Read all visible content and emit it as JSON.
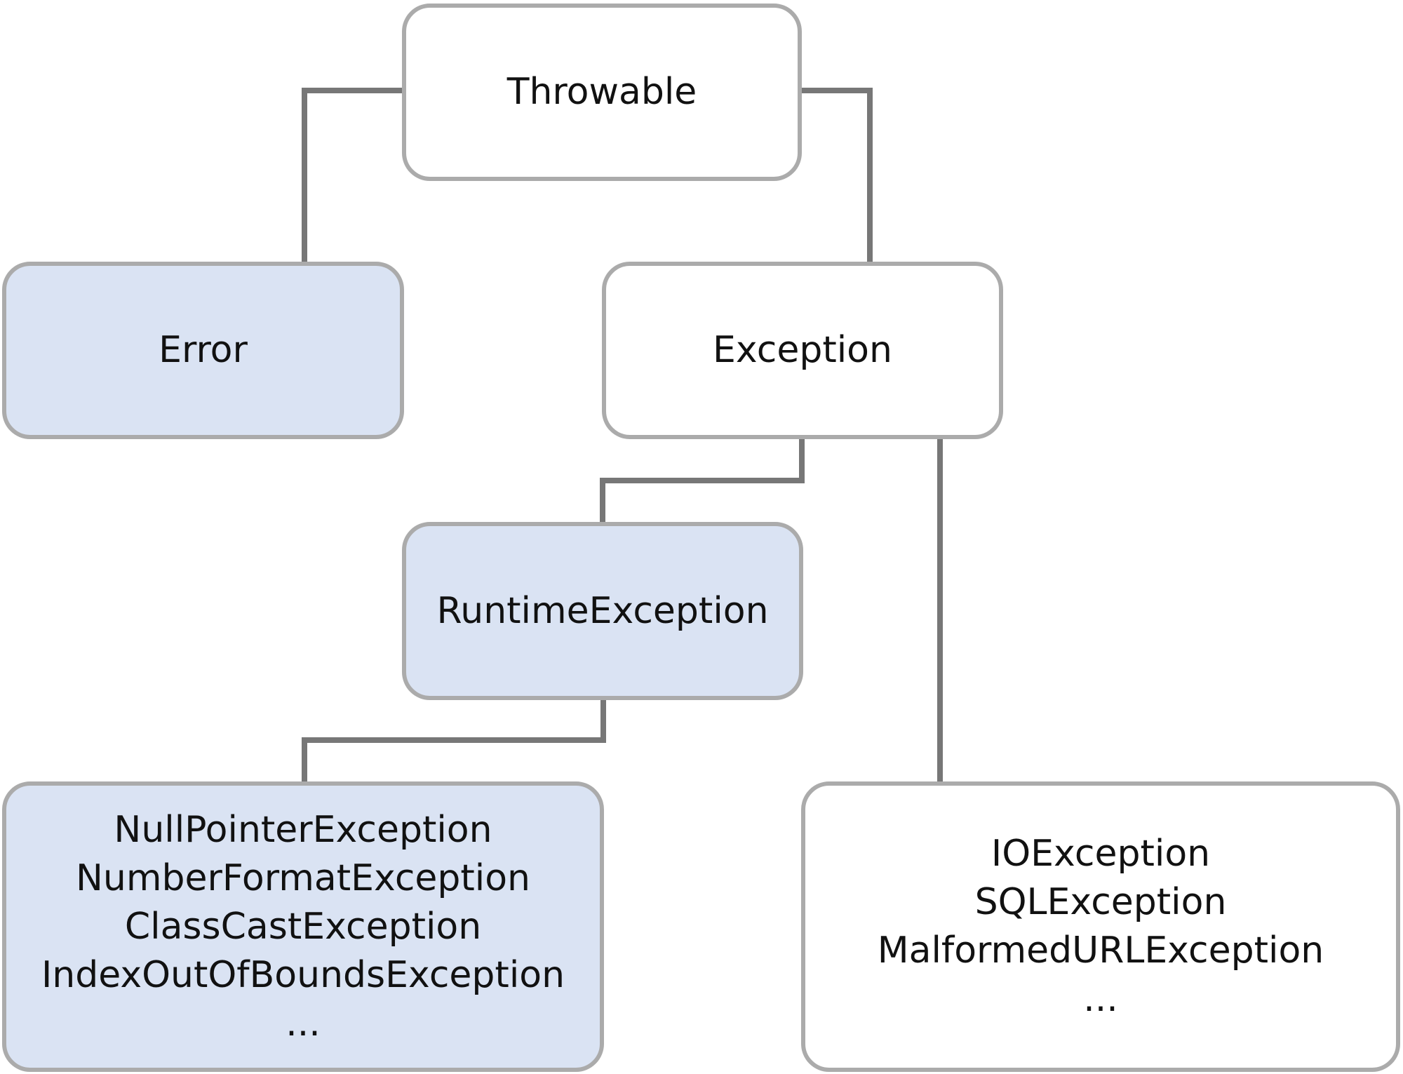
{
  "colors": {
    "unchecked_fill": "#dae3f3",
    "checked_fill": "#ffffff",
    "border": "#ababab",
    "connector": "#777777",
    "text": "#111111"
  },
  "nodes": {
    "throwable": {
      "lines": [
        "Throwable"
      ]
    },
    "error": {
      "lines": [
        "Error"
      ]
    },
    "exception": {
      "lines": [
        "Exception"
      ]
    },
    "runtime_exception": {
      "lines": [
        "RuntimeException"
      ]
    },
    "runtime_subclasses": {
      "lines": [
        "NullPointerException",
        "NumberFormatException",
        "ClassCastException",
        "IndexOutOfBoundsException",
        "..."
      ]
    },
    "checked_subclasses": {
      "lines": [
        "IOException",
        "SQLException",
        "MalformedURLException",
        "..."
      ]
    }
  }
}
